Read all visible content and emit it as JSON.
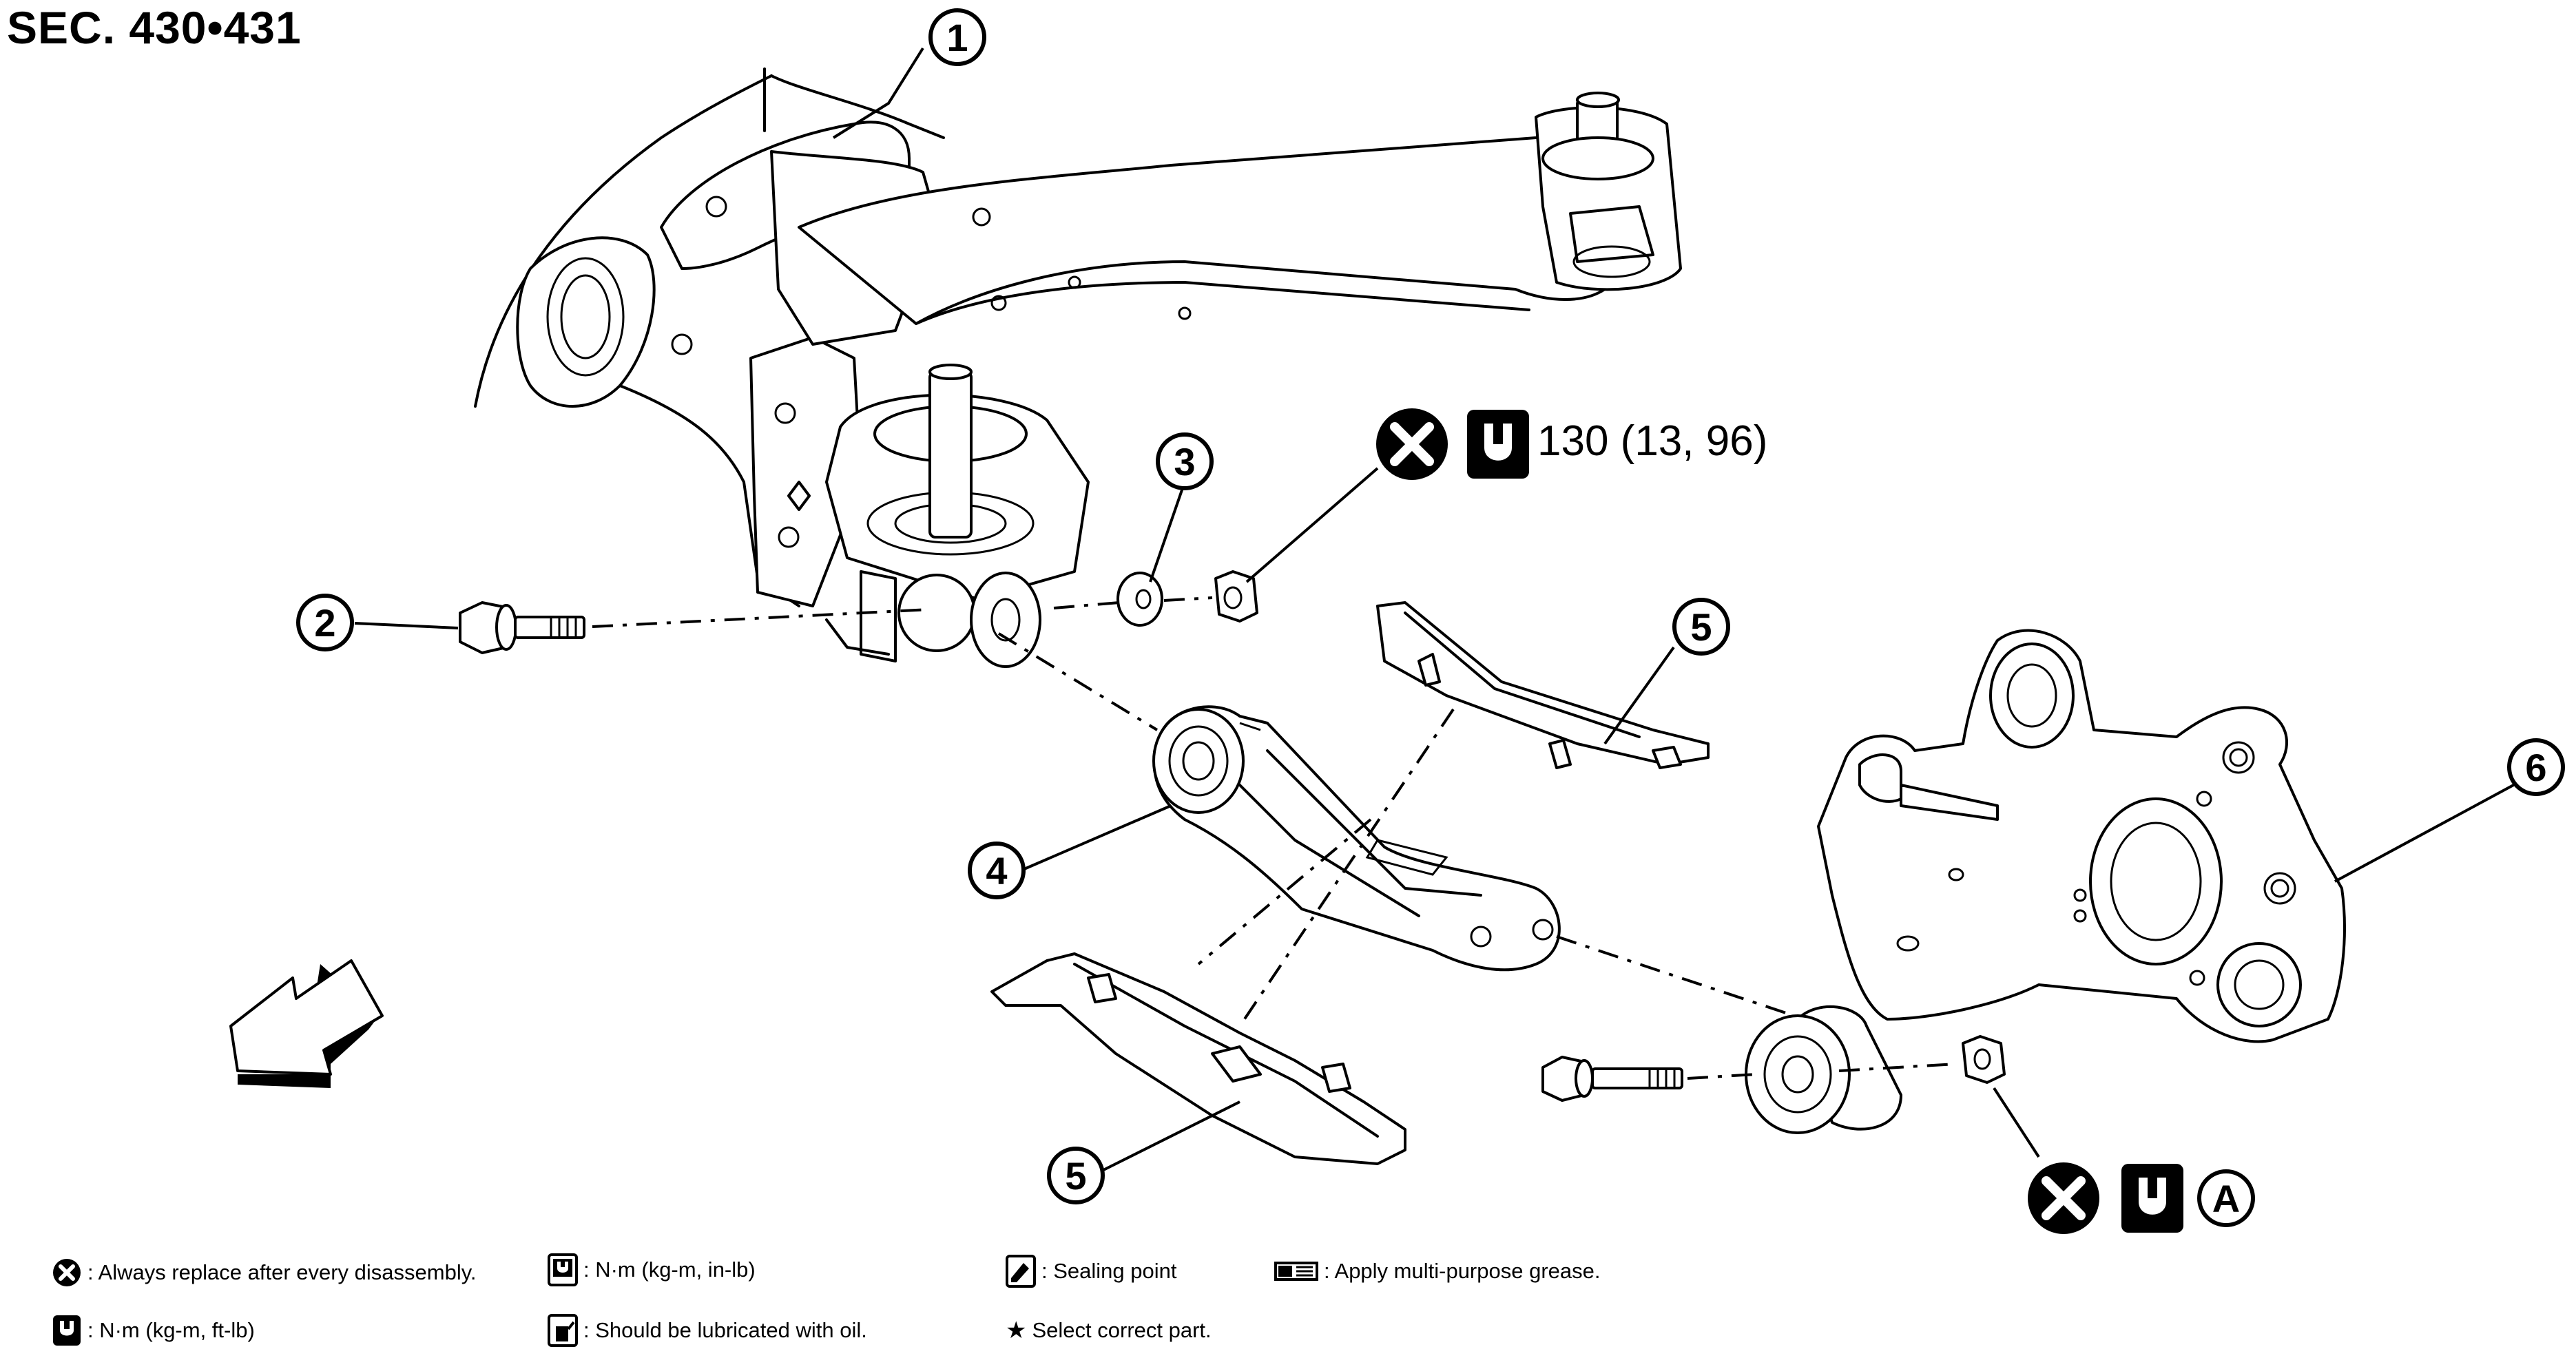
{
  "title": "SEC. 430•431",
  "callouts": [
    {
      "id": "1",
      "label": "1"
    },
    {
      "id": "2",
      "label": "2"
    },
    {
      "id": "3",
      "label": "3"
    },
    {
      "id": "4",
      "label": "4"
    },
    {
      "id": "5a",
      "label": "5"
    },
    {
      "id": "5b",
      "label": "5"
    },
    {
      "id": "6",
      "label": "6"
    }
  ],
  "torque_upper": "130 (13, 96)",
  "torque_lower_ref": "A",
  "legend": {
    "replace": ": Always replace after every disassembly.",
    "nm_in_lb": ": N·m (kg-m, in-lb)",
    "sealing": ": Sealing point",
    "grease": ": Apply multi-purpose grease.",
    "nm_ft_lb": ": N·m (kg-m, ft-lb)",
    "oil": ": Should be lubricated with oil.",
    "select": "Select correct part."
  }
}
